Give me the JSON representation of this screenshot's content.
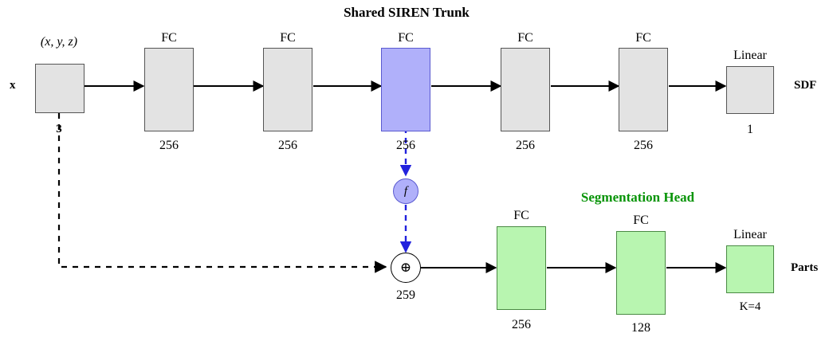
{
  "diagram": {
    "trunk_title": "Shared SIREN Trunk",
    "seg_title": "Segmentation Head",
    "input": {
      "left_label": "x",
      "top_label": "(x, y, z)",
      "dim_label": "3"
    },
    "trunk_blocks": [
      {
        "type": "FC",
        "top": "FC",
        "dim": "256"
      },
      {
        "type": "FC",
        "top": "FC",
        "dim": "256"
      },
      {
        "type": "FC",
        "top": "FC",
        "dim": "256"
      },
      {
        "type": "FC",
        "top": "FC",
        "dim": "256"
      },
      {
        "type": "FC",
        "top": "FC",
        "dim": "256"
      }
    ],
    "sdf_head": {
      "top": "Linear",
      "dim": "1",
      "output_label": "SDF"
    },
    "feature_node": {
      "label": "f"
    },
    "concat_node": {
      "symbol": "⊕",
      "dim": "259"
    },
    "seg_blocks": [
      {
        "type": "FC",
        "top": "FC",
        "dim": "256"
      },
      {
        "type": "FC",
        "top": "FC",
        "dim": "128"
      }
    ],
    "parts_head": {
      "top": "Linear",
      "dim": "K=4",
      "output_label": "Parts"
    },
    "colors": {
      "gray": "#e3e3e3",
      "purple": "#b0b0fa",
      "green": "#b8f5b0",
      "green_text": "#089408",
      "blue_wire": "#2222dd",
      "black": "#000000"
    }
  }
}
